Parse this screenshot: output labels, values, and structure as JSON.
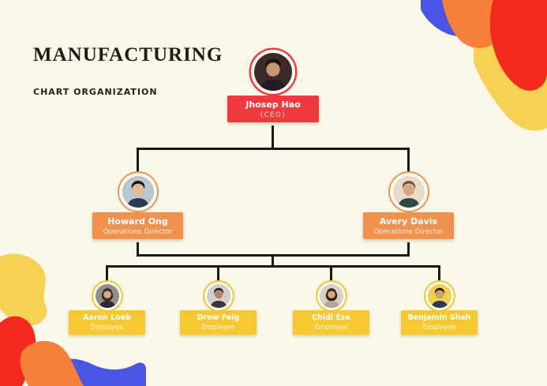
{
  "header": {
    "title": "MANUFACTURING",
    "subtitle": "CHART ORGANIZATION"
  },
  "org": {
    "ceo": {
      "name": "Jhosep Hao",
      "title": "(CEO)",
      "avatar": "man-dark-suit-portrait"
    },
    "directors": [
      {
        "name": "Howard Ong",
        "title": "Operations Director",
        "avatar": "man-glasses-portrait"
      },
      {
        "name": "Avery Davis",
        "title": "Operations Director",
        "avatar": "man-green-turtleneck-portrait"
      }
    ],
    "employees": [
      {
        "name": "Aaron Loeb",
        "title": "Employee",
        "avatar": "woman-glasses-portrait"
      },
      {
        "name": "Drew Feig",
        "title": "Employee",
        "avatar": "man-smiling-portrait"
      },
      {
        "name": "Chidi Eze",
        "title": "Employee",
        "avatar": "woman-long-hair-portrait"
      },
      {
        "name": "Benjamin Shah",
        "title": "Employee",
        "avatar": "man-navy-shirt-portrait"
      }
    ]
  },
  "colors": {
    "background": "#FBF8E9",
    "ceo_level": "#EF3B3E",
    "director_level": "#F0914E",
    "employee_level": "#F6C930",
    "connector": "#171717",
    "decor_blue": "#4A55E4",
    "decor_red": "#F42A1D",
    "decor_orange": "#F5803A",
    "decor_yellow": "#F5D254"
  }
}
